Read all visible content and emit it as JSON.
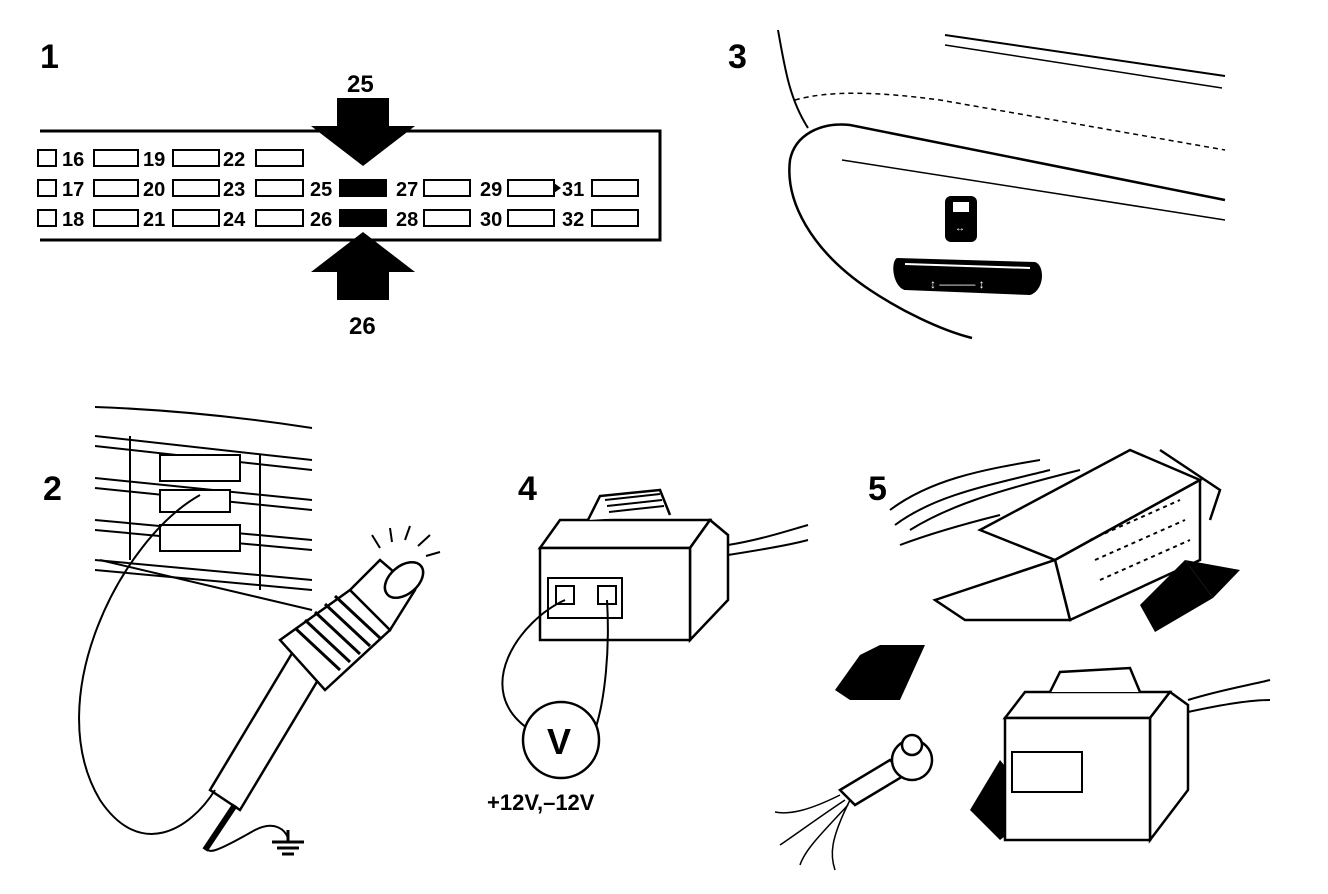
{
  "steps": {
    "step1": "1",
    "step2": "2",
    "step3": "3",
    "step4": "4",
    "step5": "5"
  },
  "fuse_panel": {
    "arrow_top_label": "25",
    "arrow_bottom_label": "26",
    "row1": [
      "16",
      "19",
      "22"
    ],
    "row2": [
      "17",
      "20",
      "23",
      "25",
      "27",
      "29",
      "31"
    ],
    "row3": [
      "18",
      "21",
      "24",
      "26",
      "28",
      "30",
      "32"
    ],
    "highlighted": [
      "25",
      "26"
    ]
  },
  "voltmeter": {
    "symbol": "V",
    "reading": "+12V,–12V"
  },
  "icons": [
    "ground-symbol-icon",
    "test-lamp-icon",
    "voltmeter-icon",
    "seat-switch-icon",
    "connector-icon",
    "push-arrow-icon"
  ]
}
